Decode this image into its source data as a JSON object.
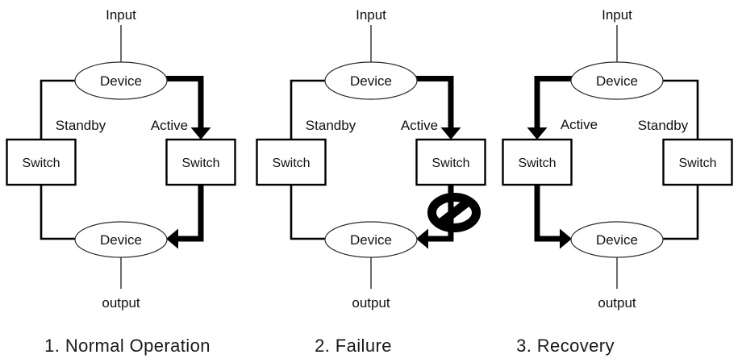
{
  "colors": {
    "background": "#ffffff",
    "line": "#000000",
    "text": "#1a1a1a"
  },
  "panels": [
    {
      "name": "normal-operation",
      "caption": "1. Normal Operation",
      "active_side": "right",
      "has_failure_icon": false,
      "labels": {
        "input": "Input",
        "device_top": "Device",
        "device_bottom": "Device",
        "switch_left": "Switch",
        "switch_right": "Switch",
        "left_path": "Standby",
        "right_path": "Active",
        "output": "output"
      }
    },
    {
      "name": "failure",
      "caption": "2. Failure",
      "active_side": "right",
      "has_failure_icon": true,
      "failure_icon": "prohibition-icon",
      "labels": {
        "input": "Input",
        "device_top": "Device",
        "device_bottom": "Device",
        "switch_left": "Switch",
        "switch_right": "Switch",
        "left_path": "Standby",
        "right_path": "Active",
        "output": "output"
      }
    },
    {
      "name": "recovery",
      "caption": "3. Recovery",
      "active_side": "left",
      "has_failure_icon": false,
      "labels": {
        "input": "Input",
        "device_top": "Device",
        "device_bottom": "Device",
        "switch_left": "Switch",
        "switch_right": "Switch",
        "left_path": "Active",
        "right_path": "Standby",
        "output": "output"
      }
    }
  ]
}
